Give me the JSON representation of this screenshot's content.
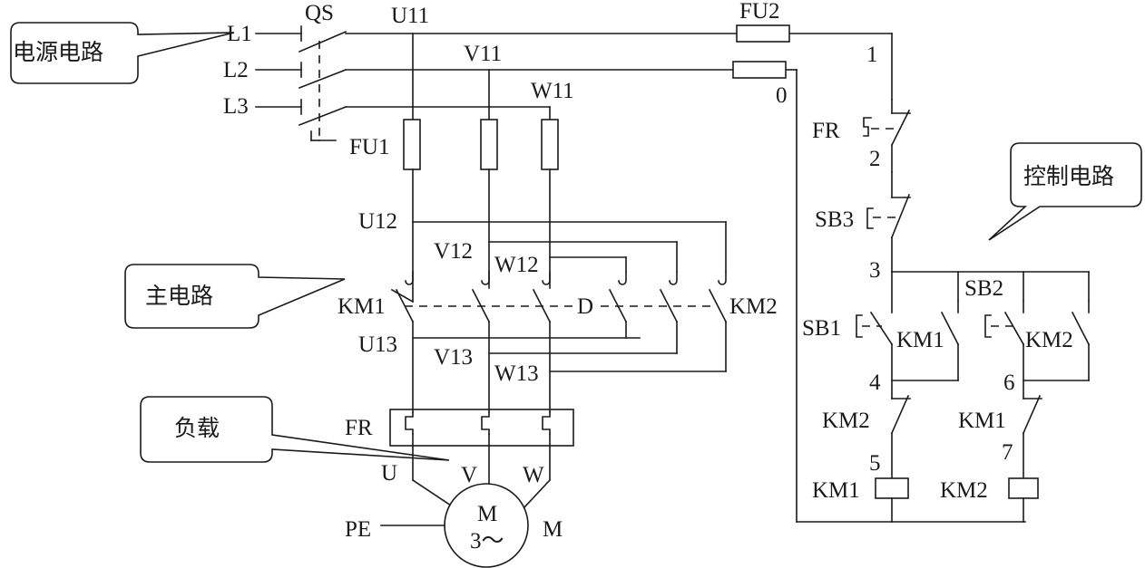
{
  "callouts": {
    "power": "电源电路",
    "control": "控制电路",
    "main": "主电路",
    "load": "负载"
  },
  "labels": {
    "L1": "L1",
    "L2": "L2",
    "L3": "L3",
    "QS": "QS",
    "U11": "U11",
    "V11": "V11",
    "W11": "W11",
    "FU1": "FU1",
    "FU2": "FU2",
    "U12": "U12",
    "V12": "V12",
    "W12": "W12",
    "KM1_main": "KM1",
    "KM2_main": "KM2",
    "D": "D",
    "U13": "U13",
    "V13": "V13",
    "W13": "W13",
    "FR_main": "FR",
    "U": "U",
    "V": "V",
    "W": "W",
    "PE": "PE",
    "M_line1": "M",
    "M_line2": "3～",
    "M_label": "M",
    "node1": "1",
    "node0": "0",
    "FR_ctrl": "FR",
    "node2": "2",
    "SB3": "SB3",
    "node3": "3",
    "SB2": "SB2",
    "SB1": "SB1",
    "KM1_aux": "KM1",
    "KM2_aux": "KM2",
    "node4": "4",
    "node6": "6",
    "KM2_int": "KM2",
    "KM1_int": "KM1",
    "node5": "5",
    "node7": "7",
    "KM1_coil": "KM1",
    "KM2_coil": "KM2"
  }
}
